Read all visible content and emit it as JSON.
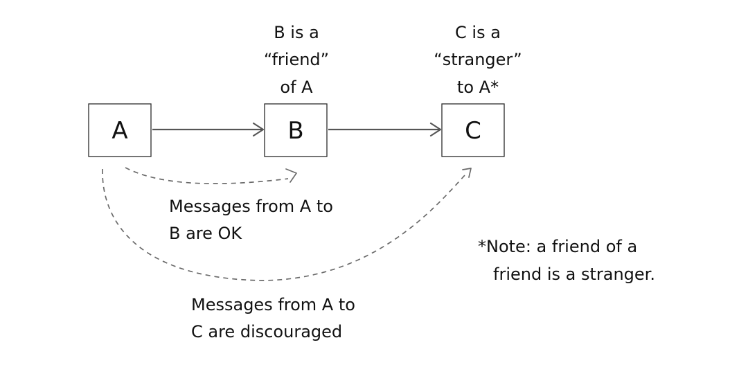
{
  "nodes": {
    "a": "A",
    "b": "B",
    "c": "C"
  },
  "captions": {
    "b_friend": [
      "B is a",
      "“friend”",
      "of A"
    ],
    "c_stranger": [
      "C is a",
      "“stranger”",
      "to A*"
    ],
    "ab_ok": [
      "Messages from A to",
      "B are OK"
    ],
    "ac_discouraged": [
      "Messages from A to",
      "C are discouraged"
    ],
    "note": [
      "*Note: a friend of a",
      "friend is a stranger."
    ]
  }
}
